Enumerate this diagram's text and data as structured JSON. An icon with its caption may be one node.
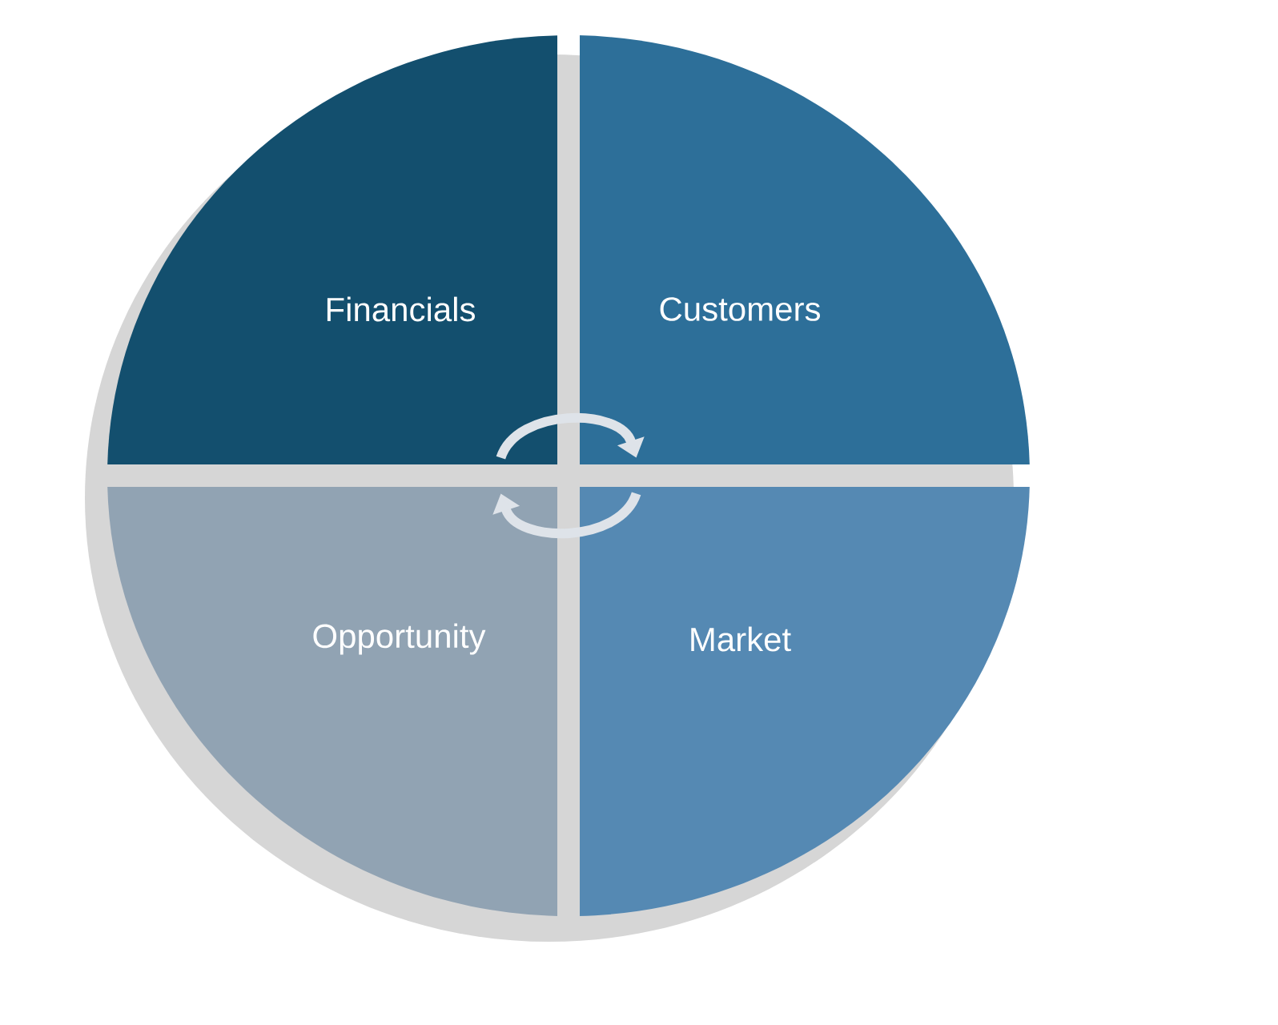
{
  "diagram": {
    "nodes": [
      {
        "text": [
          "Financials"
        ]
      },
      {
        "text": [
          "Customers"
        ]
      },
      {
        "text": [
          "Opportunity"
        ]
      },
      {
        "text": [
          "Market"
        ]
      }
    ],
    "edges": [
      {
        "from": 0,
        "to": 1,
        "arrow": "to"
      },
      {
        "from": 3,
        "to": 2,
        "arrow": "to"
      }
    ]
  }
}
